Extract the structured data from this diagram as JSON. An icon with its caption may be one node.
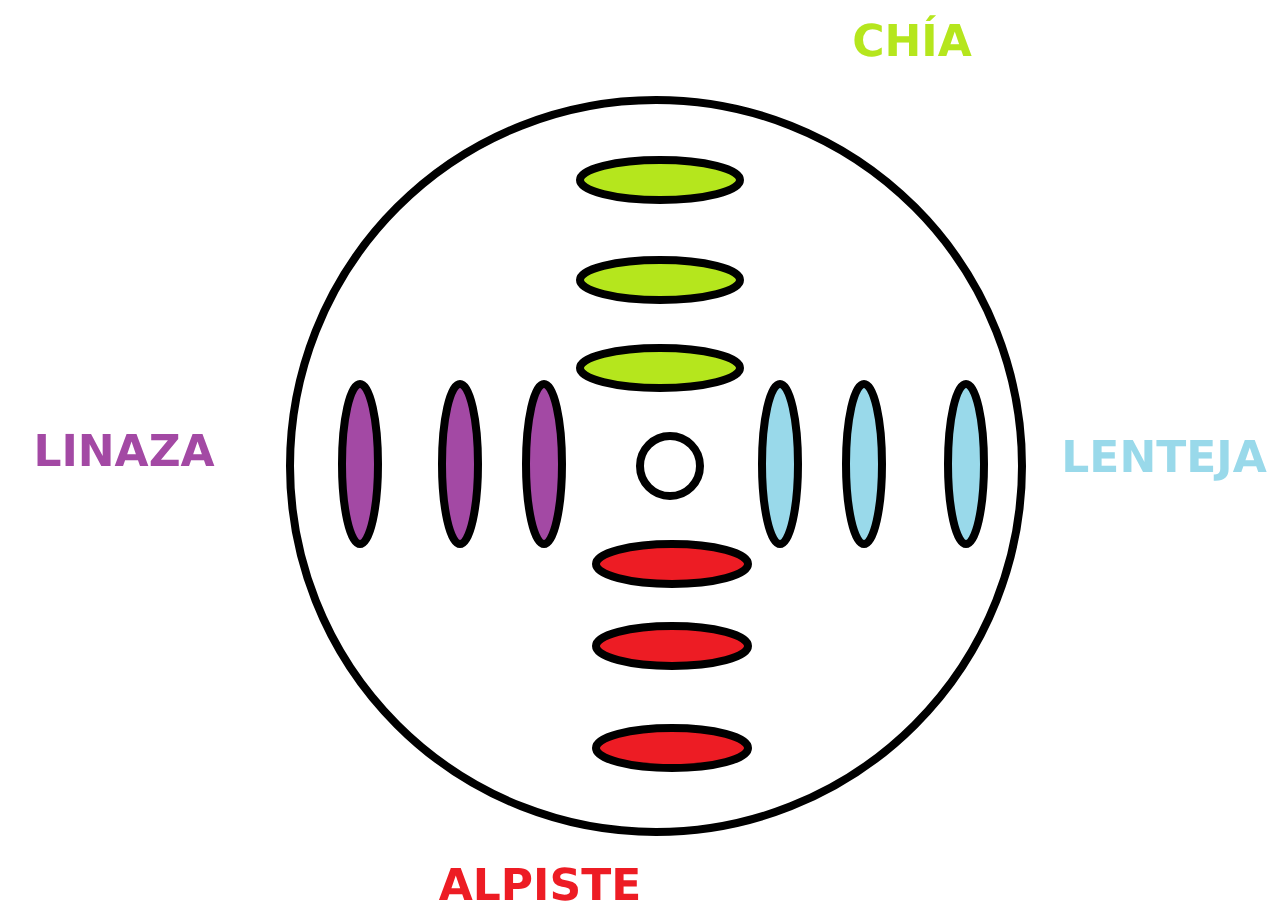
{
  "diagram": {
    "labels": [
      "CHÍA",
      "LINAZA",
      "LENTEJA",
      "ALPISTE"
    ]
  }
}
